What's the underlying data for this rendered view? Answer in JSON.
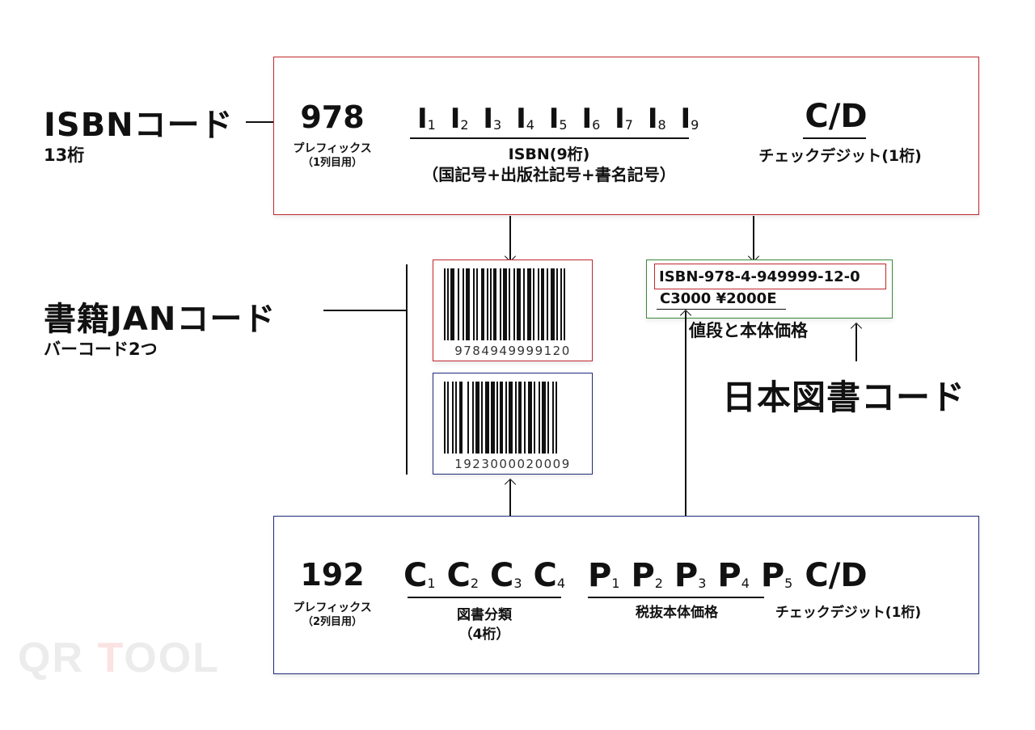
{
  "isbn_section": {
    "title": "ISBNコード",
    "subtitle": "13桁",
    "prefix": {
      "value": "978",
      "label_line1": "プレフィックス",
      "label_line2": "（1列目用）"
    },
    "body": {
      "digits": [
        {
          "base": "I",
          "sub": "1"
        },
        {
          "base": "I",
          "sub": "2"
        },
        {
          "base": "I",
          "sub": "3"
        },
        {
          "base": "I",
          "sub": "4"
        },
        {
          "base": "I",
          "sub": "5"
        },
        {
          "base": "I",
          "sub": "6"
        },
        {
          "base": "I",
          "sub": "7"
        },
        {
          "base": "I",
          "sub": "8"
        },
        {
          "base": "I",
          "sub": "9"
        }
      ],
      "label_line1": "ISBN(9桁)",
      "label_line2": "（国記号+出版社記号+書名記号）"
    },
    "check_digit": {
      "value": "C/D",
      "label": "チェックデジット(1桁)"
    }
  },
  "jan_section": {
    "title": "書籍JANコード",
    "subtitle": "バーコード2つ",
    "barcodes": [
      {
        "number": "9784949999120",
        "border_color": "#c0282d"
      },
      {
        "number": "1923000020009",
        "border_color": "#1f2a7a"
      }
    ]
  },
  "japan_book_code": {
    "isbn_line": "ISBN-978-4-949999-12-0",
    "price_line": "C3000 ¥2000E",
    "price_caption": "値段と本体価格",
    "title": "日本図書コード"
  },
  "second_row_section": {
    "prefix": {
      "value": "192",
      "label_line1": "プレフィックス",
      "label_line2": "（2列目用）"
    },
    "classification": {
      "digits": [
        {
          "base": "C",
          "sub": "1"
        },
        {
          "base": "C",
          "sub": "2"
        },
        {
          "base": "C",
          "sub": "3"
        },
        {
          "base": "C",
          "sub": "4"
        }
      ],
      "label_line1": "図書分類",
      "label_line2": "（4桁）"
    },
    "price": {
      "digits": [
        {
          "base": "P",
          "sub": "1"
        },
        {
          "base": "P",
          "sub": "2"
        },
        {
          "base": "P",
          "sub": "3"
        },
        {
          "base": "P",
          "sub": "4"
        },
        {
          "base": "P",
          "sub": "5"
        }
      ],
      "label": "税抜本体価格"
    },
    "check_digit": {
      "value": "C/D",
      "label": "チェックデジット(1桁)"
    }
  },
  "watermark": {
    "part1": "QR ",
    "accent": "T",
    "part2": "OOL"
  },
  "colors": {
    "red_frame": "#c0282d",
    "blue_frame": "#1f2a7a",
    "green_frame": "#3a8a3a"
  }
}
